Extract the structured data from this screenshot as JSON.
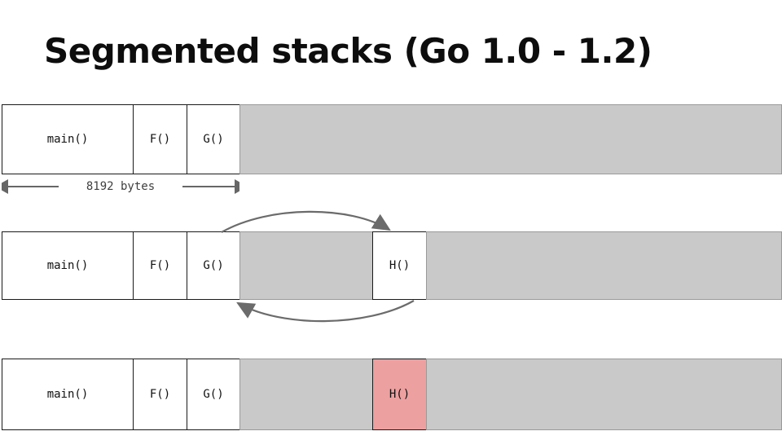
{
  "slide": {
    "title": "Segmented stacks (Go 1.0 - 1.2)",
    "background_color": "#ffffff"
  },
  "colors": {
    "frame_fill": "#ffffff",
    "frame_border": "#1a1a1a",
    "free_space_fill": "#c9c9c9",
    "free_space_border": "#9a9a9a",
    "highlight_fill": "#eda0a0",
    "arrow_color": "#666666",
    "title_color": "#0d0d0d",
    "text_color": "#111111"
  },
  "dimension": {
    "label": "8192 bytes",
    "arrow_style": "double-headed"
  },
  "rows": [
    {
      "name": "row-initial-stack",
      "cells": [
        {
          "label": "main()",
          "kind": "frame"
        },
        {
          "label": "F()",
          "kind": "frame"
        },
        {
          "label": "G()",
          "kind": "frame"
        },
        {
          "label": "",
          "kind": "free"
        }
      ]
    },
    {
      "name": "row-split-stack",
      "cells": [
        {
          "label": "main()",
          "kind": "frame"
        },
        {
          "label": "F()",
          "kind": "frame"
        },
        {
          "label": "G()",
          "kind": "frame"
        },
        {
          "label": "",
          "kind": "free"
        },
        {
          "label": "H()",
          "kind": "frame"
        },
        {
          "label": "",
          "kind": "free"
        }
      ],
      "arrows": [
        {
          "name": "call-arrow",
          "direction": "right",
          "position": "above"
        },
        {
          "name": "return-arrow",
          "direction": "left",
          "position": "below"
        }
      ]
    },
    {
      "name": "row-hot-split-stack",
      "cells": [
        {
          "label": "main()",
          "kind": "frame"
        },
        {
          "label": "F()",
          "kind": "frame"
        },
        {
          "label": "G()",
          "kind": "frame"
        },
        {
          "label": "",
          "kind": "free"
        },
        {
          "label": "H()",
          "kind": "highlight"
        },
        {
          "label": "",
          "kind": "free"
        }
      ]
    }
  ]
}
